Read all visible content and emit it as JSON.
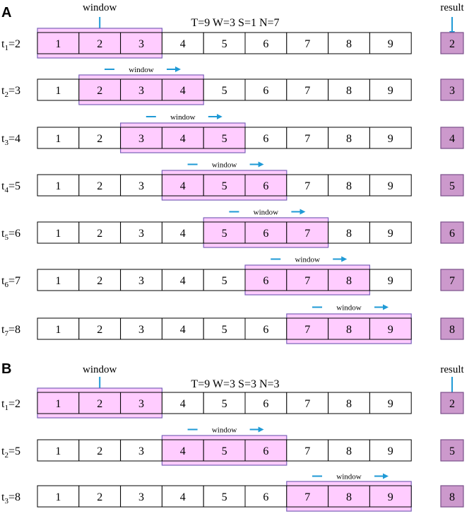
{
  "colors": {
    "highlight_fill": "#ffccff",
    "highlight_border": "#7a62b8",
    "result_fill": "#cc99cc",
    "result_border": "#7a4f8a",
    "arrow": "#1f9ad6",
    "cell_border": "#000000"
  },
  "cells": [
    "1",
    "2",
    "3",
    "4",
    "5",
    "6",
    "7",
    "8",
    "9"
  ],
  "panels": [
    {
      "letter": "A",
      "params": "T=9  W=3  S=1  N=7",
      "window_label": "window",
      "result_label": "result",
      "slide_label": "window",
      "rows": [
        {
          "t": "t",
          "sub": "1",
          "val": "2",
          "start": 0,
          "result": "2"
        },
        {
          "t": "t",
          "sub": "2",
          "val": "3",
          "start": 1,
          "result": "3"
        },
        {
          "t": "t",
          "sub": "3",
          "val": "4",
          "start": 2,
          "result": "4"
        },
        {
          "t": "t",
          "sub": "4",
          "val": "5",
          "start": 3,
          "result": "5"
        },
        {
          "t": "t",
          "sub": "5",
          "val": "6",
          "start": 4,
          "result": "6"
        },
        {
          "t": "t",
          "sub": "6",
          "val": "7",
          "start": 5,
          "result": "7"
        },
        {
          "t": "t",
          "sub": "7",
          "val": "8",
          "start": 6,
          "result": "8"
        }
      ]
    },
    {
      "letter": "B",
      "params": "T=9  W=3  S=3  N=3",
      "window_label": "window",
      "result_label": "result",
      "slide_label": "window",
      "rows": [
        {
          "t": "t",
          "sub": "1",
          "val": "2",
          "start": 0,
          "result": "2"
        },
        {
          "t": "t",
          "sub": "2",
          "val": "5",
          "start": 3,
          "result": "5"
        },
        {
          "t": "t",
          "sub": "3",
          "val": "8",
          "start": 6,
          "result": "8"
        }
      ]
    }
  ]
}
